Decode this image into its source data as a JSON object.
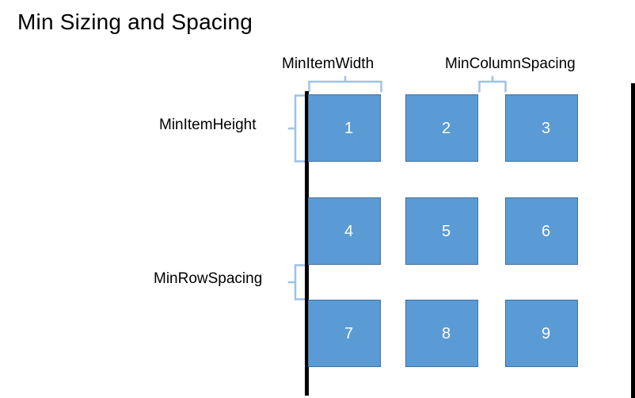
{
  "slide": {
    "title": "Min Sizing and Spacing",
    "background_color": "#FFFFFF"
  },
  "colors": {
    "item_fill": "#5B9BD5",
    "item_border": "#41719C",
    "brace": "#9DC3E6",
    "rail": "#000000",
    "text": "#000000",
    "item_number_text": "#FFFFFF"
  },
  "annotations": [
    {
      "id": "min-item-width",
      "label": "MinItemWidth",
      "orientation": "horizontal",
      "measures": "width of a single grid item"
    },
    {
      "id": "min-column-spacing",
      "label": "MinColumnSpacing",
      "orientation": "horizontal",
      "measures": "horizontal gap between columns"
    },
    {
      "id": "min-item-height",
      "label": "MinItemHeight",
      "orientation": "vertical",
      "measures": "height of a single grid item"
    },
    {
      "id": "min-row-spacing",
      "label": "MinRowSpacing",
      "orientation": "vertical",
      "measures": "vertical gap between rows"
    }
  ],
  "grid": {
    "columns": 3,
    "rows": 3,
    "items": [
      {
        "label": "1",
        "row": 1,
        "column": 1
      },
      {
        "label": "2",
        "row": 1,
        "column": 2
      },
      {
        "label": "3",
        "row": 1,
        "column": 3
      },
      {
        "label": "4",
        "row": 2,
        "column": 1
      },
      {
        "label": "5",
        "row": 2,
        "column": 2
      },
      {
        "label": "6",
        "row": 2,
        "column": 3
      },
      {
        "label": "7",
        "row": 3,
        "column": 1
      },
      {
        "label": "8",
        "row": 3,
        "column": 2
      },
      {
        "label": "9",
        "row": 3,
        "column": 3
      }
    ]
  },
  "rails": {
    "left_label": "left-boundary-rail",
    "right_label": "right-boundary-rail"
  }
}
